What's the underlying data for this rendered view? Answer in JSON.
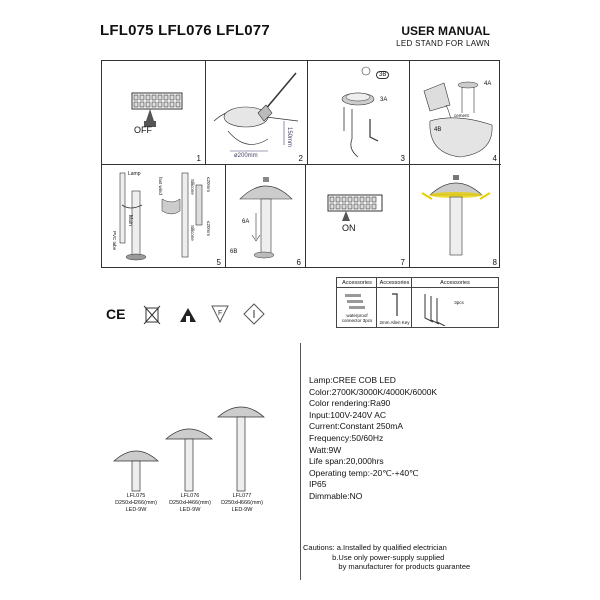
{
  "header": {
    "models": "LFL075 LFL076 LFL077",
    "title": "USER MANUAL",
    "subtitle": "LED STAND FOR LAWN"
  },
  "steps": [
    {
      "number": "1",
      "label": "OFF"
    },
    {
      "number": "2",
      "dim_width": "ø200mm",
      "dim_depth": "150mm"
    },
    {
      "number": "3",
      "callout_a": "3B",
      "callout_b": "3A"
    },
    {
      "number": "4",
      "callout_a": "4A",
      "callout_b": "4B",
      "note": "cement"
    },
    {
      "number": "5",
      "lamp": "Lamp",
      "main": "Main",
      "pvc": "PVC tube",
      "fast_wind": "fast wind",
      "silicone_a": "Silicone",
      "silicone_b": "Silicone",
      "len_a": "≤20mm",
      "len_b": "≤20mm"
    },
    {
      "number": "6",
      "callout_a": "6A",
      "callout_b": "6B"
    },
    {
      "number": "7",
      "label": "ON"
    },
    {
      "number": "8"
    }
  ],
  "accessories": {
    "headers": [
      "Accessories",
      "Accessories",
      "Accessories"
    ],
    "items": [
      "waterproof connector 3pcs",
      "2mm Allen Key",
      "3pcs"
    ]
  },
  "symbols": [
    "ce-mark",
    "weee-bin",
    "indoor-outdoor",
    "class-f",
    "class-ii"
  ],
  "products": [
    {
      "model": "LFL075",
      "size": "D250xH266(mm)",
      "power": "LED-9W"
    },
    {
      "model": "LFL076",
      "size": "D250xH466(mm)",
      "power": "LED-9W"
    },
    {
      "model": "LFL077",
      "size": "D250xH666(mm)",
      "power": "LED-9W"
    }
  ],
  "specs": [
    {
      "key": "Lamp",
      "value": "CREE COB LED",
      "sep": ":"
    },
    {
      "key": "Color",
      "value": "2700K/3000K/4000K/6000K",
      "sep": ":"
    },
    {
      "key": "Color rendering",
      "value": "Ra90",
      "sep": ":"
    },
    {
      "key": "Input",
      "value": "100V-240V AC",
      "sep": ":"
    },
    {
      "key": "Current",
      "value": "Constant 250mA",
      "sep": ":"
    },
    {
      "key": "Frequency",
      "value": "50/60Hz",
      "sep": ":"
    },
    {
      "key": "Watt",
      "value": "9W",
      "sep": ":"
    },
    {
      "key": "Life span",
      "value": "20,000hrs",
      "sep": ":"
    },
    {
      "key": "Operating temp",
      "value": "-20℃-+40℃",
      "sep": ":"
    },
    {
      "key": "IP65",
      "value": "",
      "sep": ""
    },
    {
      "key": "Dimmable",
      "value": "NO",
      "sep": ":"
    }
  ],
  "cautions": {
    "text": "Cautions: a.Installed by qualified electrician\n              b.Use only power-supply supplied\n                 by manufacturer for products guarantee"
  }
}
